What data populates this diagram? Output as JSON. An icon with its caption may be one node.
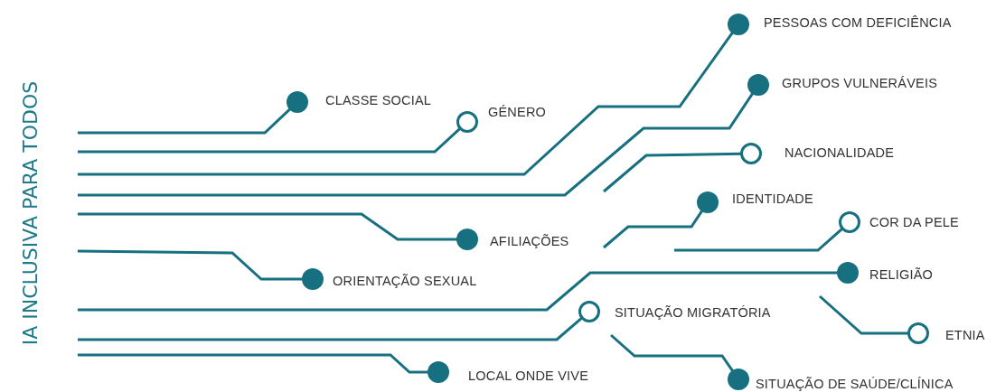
{
  "diagram": {
    "title": "IA INCLUSIVA PARA TODOS",
    "nodes": [
      {
        "text": [],
        "shape": "dot",
        "beside": [
          "PESSOAS COM DEFICIÊNCIA"
        ]
      },
      {
        "text": [],
        "shape": "dot",
        "beside": [
          "GRUPOS VULNERÁVEIS"
        ]
      },
      {
        "text": [],
        "shape": "dot",
        "beside": [
          "CLASSE SOCIAL"
        ]
      },
      {
        "text": [],
        "shape": "circle",
        "beside": [
          "GÉNERO"
        ]
      },
      {
        "text": [],
        "shape": "circle",
        "beside": [
          "NACIONALIDADE"
        ]
      },
      {
        "text": [],
        "shape": "dot",
        "beside": [
          "IDENTIDADE"
        ]
      },
      {
        "text": [],
        "shape": "circle",
        "beside": [
          "COR DA PELE"
        ]
      },
      {
        "text": [],
        "shape": "dot",
        "beside": [
          "AFILIAÇÕES"
        ]
      },
      {
        "text": [],
        "shape": "dot",
        "beside": [
          "RELIGIÃO"
        ]
      },
      {
        "text": [],
        "shape": "dot",
        "beside": [
          "ORIENTAÇÃO SEXUAL"
        ]
      },
      {
        "text": [],
        "shape": "circle",
        "beside": [
          "SITUAÇÃO MIGRATÓRIA"
        ]
      },
      {
        "text": [],
        "shape": "circle",
        "beside": [
          "ETNIA"
        ]
      },
      {
        "text": [],
        "shape": "dot",
        "beside": [
          "LOCAL ONDE VIVE"
        ]
      },
      {
        "text": [],
        "shape": "dot",
        "beside": [
          "SITUAÇÃO DE SAÚDE/CLÍNICA"
        ]
      }
    ],
    "edges": [
      {
        "from": null,
        "to": 0,
        "arrow": "none"
      },
      {
        "from": null,
        "to": 1,
        "arrow": "none"
      },
      {
        "from": null,
        "to": 2,
        "arrow": "none"
      },
      {
        "from": null,
        "to": 3,
        "arrow": "none"
      },
      {
        "from": null,
        "to": 4,
        "arrow": "none"
      },
      {
        "from": null,
        "to": 5,
        "arrow": "none"
      },
      {
        "from": null,
        "to": 6,
        "arrow": "none"
      },
      {
        "from": null,
        "to": 7,
        "arrow": "none"
      },
      {
        "from": null,
        "to": 8,
        "arrow": "none"
      },
      {
        "from": null,
        "to": 9,
        "arrow": "none"
      },
      {
        "from": null,
        "to": 10,
        "arrow": "none"
      },
      {
        "from": null,
        "to": 11,
        "arrow": "none"
      },
      {
        "from": null,
        "to": 12,
        "arrow": "none"
      },
      {
        "from": null,
        "to": 13,
        "arrow": "none"
      }
    ]
  }
}
